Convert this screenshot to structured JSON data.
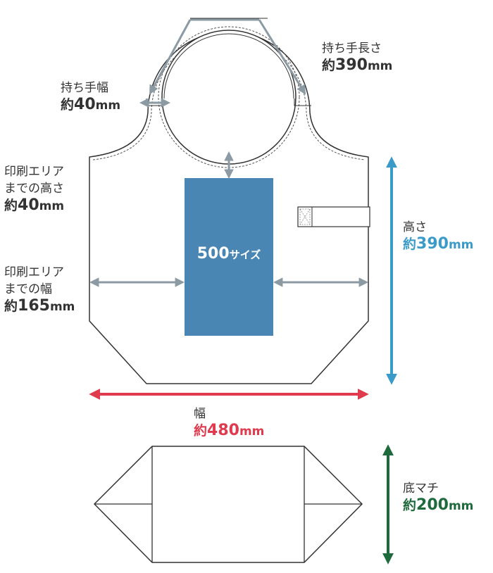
{
  "colors": {
    "outline": "#333333",
    "print_area": "#4a86b4",
    "gray_arrow": "#8b9aa3",
    "width_arrow": "#e03a4e",
    "height_arrow": "#3a9bc9",
    "gusset_arrow": "#1e6a3c"
  },
  "labels": {
    "handle_length": {
      "caption": "持ち手長さ",
      "prefix": "約",
      "number": "390",
      "unit": "mm"
    },
    "handle_width": {
      "caption": "持ち手幅",
      "prefix": "約",
      "number": "40",
      "unit": "mm"
    },
    "print_top": {
      "caption_line1": "印刷エリア",
      "caption_line2": "までの高さ",
      "prefix": "約",
      "number": "40",
      "unit": "mm"
    },
    "print_side": {
      "caption_line1": "印刷エリア",
      "caption_line2": "までの幅",
      "prefix": "約",
      "number": "165",
      "unit": "mm"
    },
    "height": {
      "caption": "高さ",
      "prefix": "約",
      "number": "390",
      "unit": "mm"
    },
    "width": {
      "caption": "幅",
      "prefix": "約",
      "number": "480",
      "unit": "mm"
    },
    "gusset": {
      "caption": "底マチ",
      "prefix": "約",
      "number": "200",
      "unit": "mm"
    },
    "print_area": {
      "number": "500",
      "suffix": "サイズ"
    }
  }
}
